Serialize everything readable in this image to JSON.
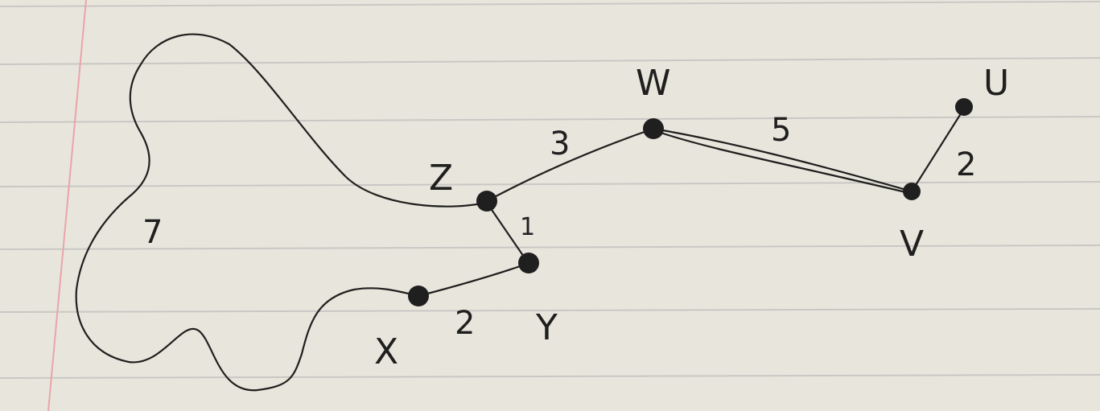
{
  "graph": {
    "vertices": [
      "U",
      "V",
      "W",
      "X",
      "Y",
      "Z"
    ],
    "edges": [
      {
        "from": "X",
        "to": "Z",
        "weight": "7"
      },
      {
        "from": "Z",
        "to": "W",
        "weight": "3"
      },
      {
        "from": "Z",
        "to": "Y",
        "weight": "1"
      },
      {
        "from": "X",
        "to": "Y",
        "weight": "2"
      },
      {
        "from": "W",
        "to": "V",
        "weight": "5"
      },
      {
        "from": "V",
        "to": "U",
        "weight": "2"
      }
    ]
  },
  "colors": {
    "paper": "#e8e6dc",
    "rule_line": "#c9c7c4",
    "margin_line": "#e9a4aa",
    "ink": "#1f1f1f"
  }
}
